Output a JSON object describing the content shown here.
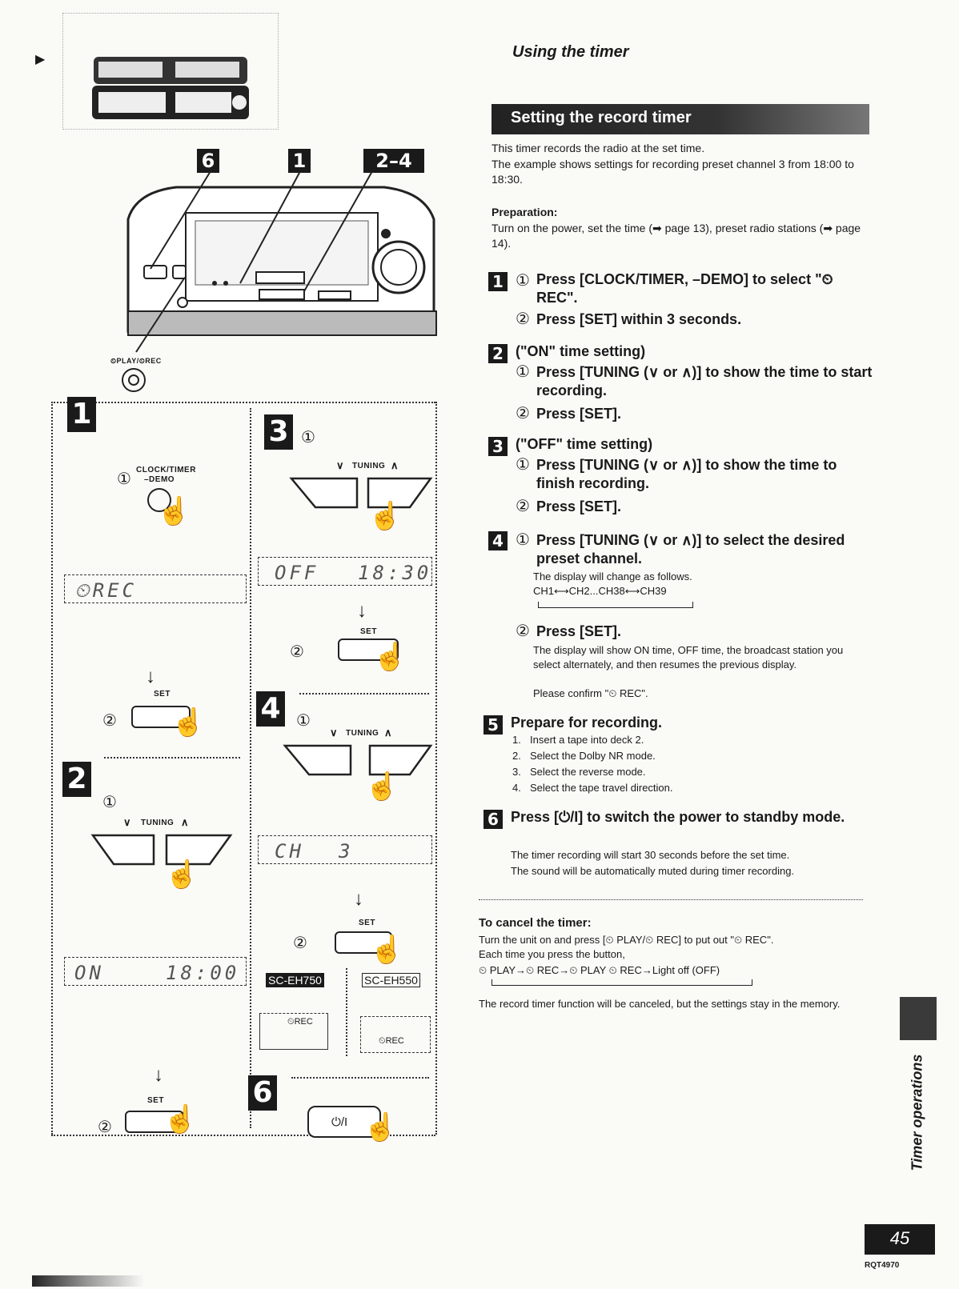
{
  "header": {
    "title": "Using the timer",
    "section": "Setting the record timer"
  },
  "intro": {
    "line1": "This timer records the radio at the set time.",
    "line2": "The example shows settings for recording preset channel 3 from 18:00 to 18:30."
  },
  "preparation": {
    "label": "Preparation:",
    "text": "Turn on the power, set the time (➡ page 13), preset radio stations (➡ page 14)."
  },
  "steps": {
    "s1": {
      "num": "1",
      "a": "Press [CLOCK/TIMER, –DEMO] to select \"⏲ REC\".",
      "b": "Press [SET] within 3 seconds."
    },
    "s2": {
      "num": "2",
      "head": "(\"ON\" time setting)",
      "a": "Press [TUNING (∨ or ∧)] to show the time to start recording.",
      "b": "Press [SET]."
    },
    "s3": {
      "num": "3",
      "head": "(\"OFF\" time setting)",
      "a": "Press [TUNING (∨ or ∧)] to show the time to finish recording.",
      "b": "Press [SET]."
    },
    "s4": {
      "num": "4",
      "a": "Press [TUNING (∨ or ∧)] to select the desired preset channel.",
      "a_note": "The display will change as follows.",
      "a_seq": "CH1⟷CH2...CH38⟷CH39",
      "b": "Press [SET].",
      "b_note": "The display will show ON time, OFF time, the broadcast station you select alternately, and then resumes the previous display.",
      "b_note2": "Please confirm \"⏲ REC\"."
    },
    "s5": {
      "num": "5",
      "head": "Prepare for recording.",
      "items": [
        "Insert a tape into deck 2.",
        "Select the Dolby NR mode.",
        "Select the reverse mode.",
        "Select the tape travel direction."
      ],
      "marks": [
        "1.",
        "2.",
        "3.",
        "4."
      ]
    },
    "s6": {
      "num": "6",
      "head": "Press [⏻/I] to switch the power to standby mode.",
      "note1": "The timer recording will start 30 seconds before the set time.",
      "note2": "The sound will be automatically muted during timer recording."
    }
  },
  "cancel": {
    "label": "To cancel the timer:",
    "text1": "Turn the unit on and press [⏲ PLAY/⏲ REC] to put out \"⏲ REC\".",
    "text2": "Each time you press the button,",
    "seq": "⏲ PLAY→⏲ REC→⏲ PLAY ⏲ REC→Light off (OFF)",
    "text3": "The record timer function will be canceled, but the settings stay in the memory."
  },
  "side_tab": "Timer operations",
  "page_number": "45",
  "doc_code": "RQT4970",
  "figure": {
    "callouts": [
      "6",
      "1",
      "2–4"
    ],
    "play_rec_label": "⏲PLAY/⏲REC",
    "clock_timer_label": "CLOCK/TIMER",
    "demo_label": "–DEMO",
    "tuning_label": "TUNING",
    "set_label": "SET",
    "power_label": "⏻/I",
    "rec_label": "⏲REC",
    "model_a": "SC-EH750",
    "model_b": "SC-EH550",
    "lcd_rec": "⏲REC",
    "lcd_off": "OFF",
    "lcd_off_time": "18:30",
    "lcd_on": "ON",
    "lcd_on_time": "18:00",
    "lcd_ch": "CH",
    "lcd_ch_num": "3",
    "circled_1": "①",
    "circled_2": "②",
    "panel_nums": [
      "1",
      "2",
      "3",
      "4",
      "6"
    ],
    "tuning_down": "∨",
    "tuning_up": "∧"
  }
}
